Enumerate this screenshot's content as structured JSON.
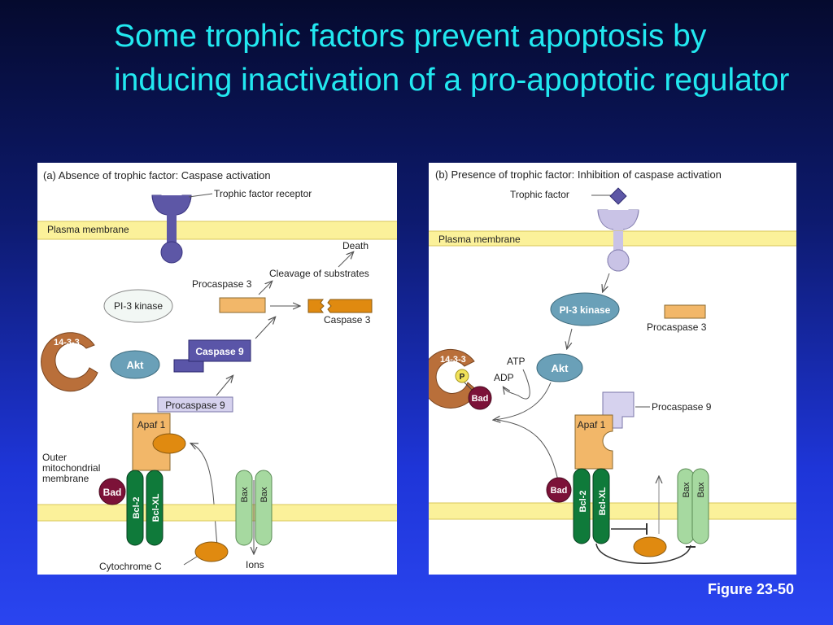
{
  "slide": {
    "title": "Some trophic factors prevent apoptosis by inducing inactivation of a pro-apoptotic regulator",
    "figure_label": "Figure 23-50"
  },
  "colors": {
    "membrane": "#fbf19a",
    "receptor_a": "#5d57a6",
    "receptor_b": "#c9c3e6",
    "caspase": "#f2b769",
    "protein_blue": "#6aa0b8",
    "bcl": "#0f7a3a",
    "bax": "#a6d9a0",
    "bad": "#7c1238",
    "protein_1433": "#b96f3a",
    "cytochrome": "#e08a10"
  },
  "panel_a": {
    "caption": "(a) Absence of trophic factor: Caspase activation",
    "trophic_factor_receptor": "Trophic factor receptor",
    "plasma_membrane": "Plasma membrane",
    "death": "Death",
    "cleavage": "Cleavage of substrates",
    "procaspase3": "Procaspase 3",
    "caspase3": "Caspase 3",
    "pi3_kinase": "PI-3 kinase",
    "protein_1433": "14-3-3",
    "akt": "Akt",
    "caspase9": "Caspase 9",
    "procaspase9": "Procaspase 9",
    "apaf1": "Apaf 1",
    "outer_membrane": [
      "Outer",
      "mitochondrial",
      "membrane"
    ],
    "bad": "Bad",
    "bcl2": "Bcl-2",
    "bclxl": "Bcl-XL",
    "bax": "Bax",
    "cytochrome_c": "Cytochrome C",
    "ions": "Ions"
  },
  "panel_b": {
    "caption": "(b) Presence of trophic factor: Inhibition of caspase activation",
    "trophic_factor": "Trophic factor",
    "plasma_membrane": "Plasma membrane",
    "pi3_kinase": "PI-3 kinase",
    "procaspase3": "Procaspase 3",
    "protein_1433": "14-3-3",
    "phospho": "P",
    "atp": "ATP",
    "adp": "ADP",
    "akt": "Akt",
    "bad": "Bad",
    "procaspase9": "Procaspase 9",
    "apaf1": "Apaf 1",
    "bcl2": "Bcl-2",
    "bclxl": "Bcl-XL",
    "bax": "Bax"
  }
}
